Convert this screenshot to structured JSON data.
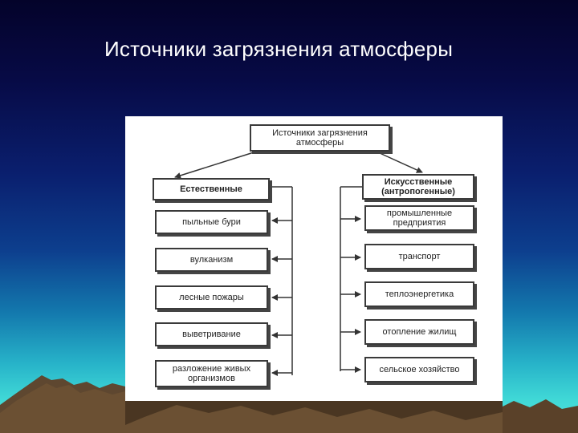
{
  "slide": {
    "title": "Источники загрязнения атмосферы"
  },
  "diagram": {
    "root": "Источники загрязнения атмосферы",
    "natural": {
      "title": "Естественные",
      "items": [
        "пыльные бури",
        "вулканизм",
        "лесные пожары",
        "выветривание",
        "разложение живых организмов"
      ]
    },
    "artificial": {
      "title": "Искусственные (антропогенные)",
      "items": [
        "промышленные предприятия",
        "транспорт",
        "теплоэнергетика",
        "отопление жилищ",
        "сельское хозяйство"
      ]
    }
  },
  "colors": {
    "bg_top": "#04032a",
    "bg_bottom": "#52e6dc",
    "mountain": "#6b5033",
    "panel": "#ffffff",
    "title": "#ffffff"
  }
}
